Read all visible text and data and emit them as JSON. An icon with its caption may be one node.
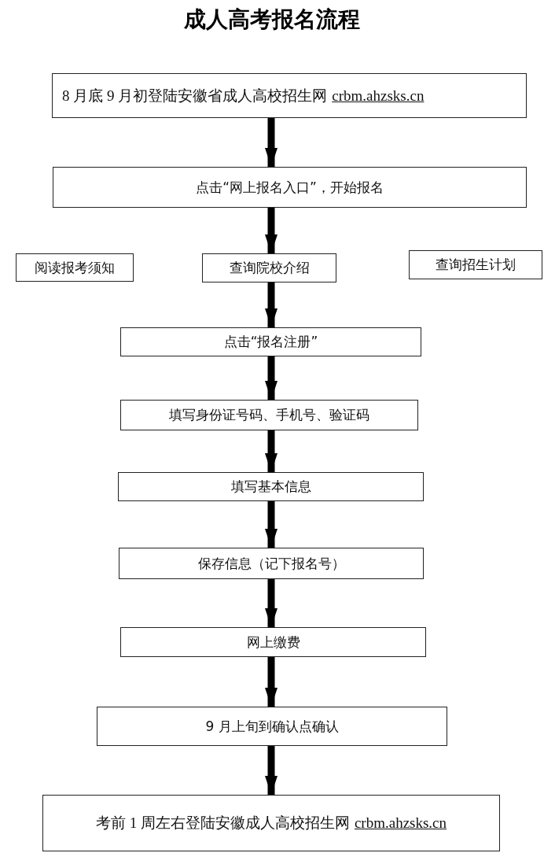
{
  "diagram": {
    "title": "成人高考报名流程",
    "nodes": [
      {
        "text": [
          "8 月底 9 月初登陆安徽省成人高校招生网",
          "crbm.ahzsks.cn"
        ]
      },
      {
        "text": [
          "点击“网上报名入口”，开始报名"
        ]
      },
      {
        "text": [
          "阅读报考须知"
        ]
      },
      {
        "text": [
          "查询院校介绍"
        ]
      },
      {
        "text": [
          "查询招生计划"
        ]
      },
      {
        "text": [
          "点击“报名注册”"
        ]
      },
      {
        "text": [
          "填写身份证号码、手机号、验证码"
        ]
      },
      {
        "text": [
          "填写基本信息"
        ]
      },
      {
        "text": [
          "保存信息（记下报名号）"
        ]
      },
      {
        "text": [
          "网上缴费"
        ]
      },
      {
        "text": [
          "9 月上旬到确认点确认"
        ]
      },
      {
        "text": [
          "考前 1 周左右登陆安徽成人高校招生网",
          "crbm.ahzsks.cn"
        ]
      }
    ],
    "edges": [
      {
        "from": 0,
        "to": 1,
        "arrow": "to"
      },
      {
        "from": 1,
        "to": 3,
        "arrow": "to"
      },
      {
        "from": 3,
        "to": 5,
        "arrow": "to"
      },
      {
        "from": 5,
        "to": 6,
        "arrow": "to"
      },
      {
        "from": 6,
        "to": 7,
        "arrow": "to"
      },
      {
        "from": 7,
        "to": 8,
        "arrow": "to"
      },
      {
        "from": 8,
        "to": 9,
        "arrow": "to"
      },
      {
        "from": 9,
        "to": 10,
        "arrow": "to"
      },
      {
        "from": 10,
        "to": 11,
        "arrow": "to"
      }
    ]
  }
}
